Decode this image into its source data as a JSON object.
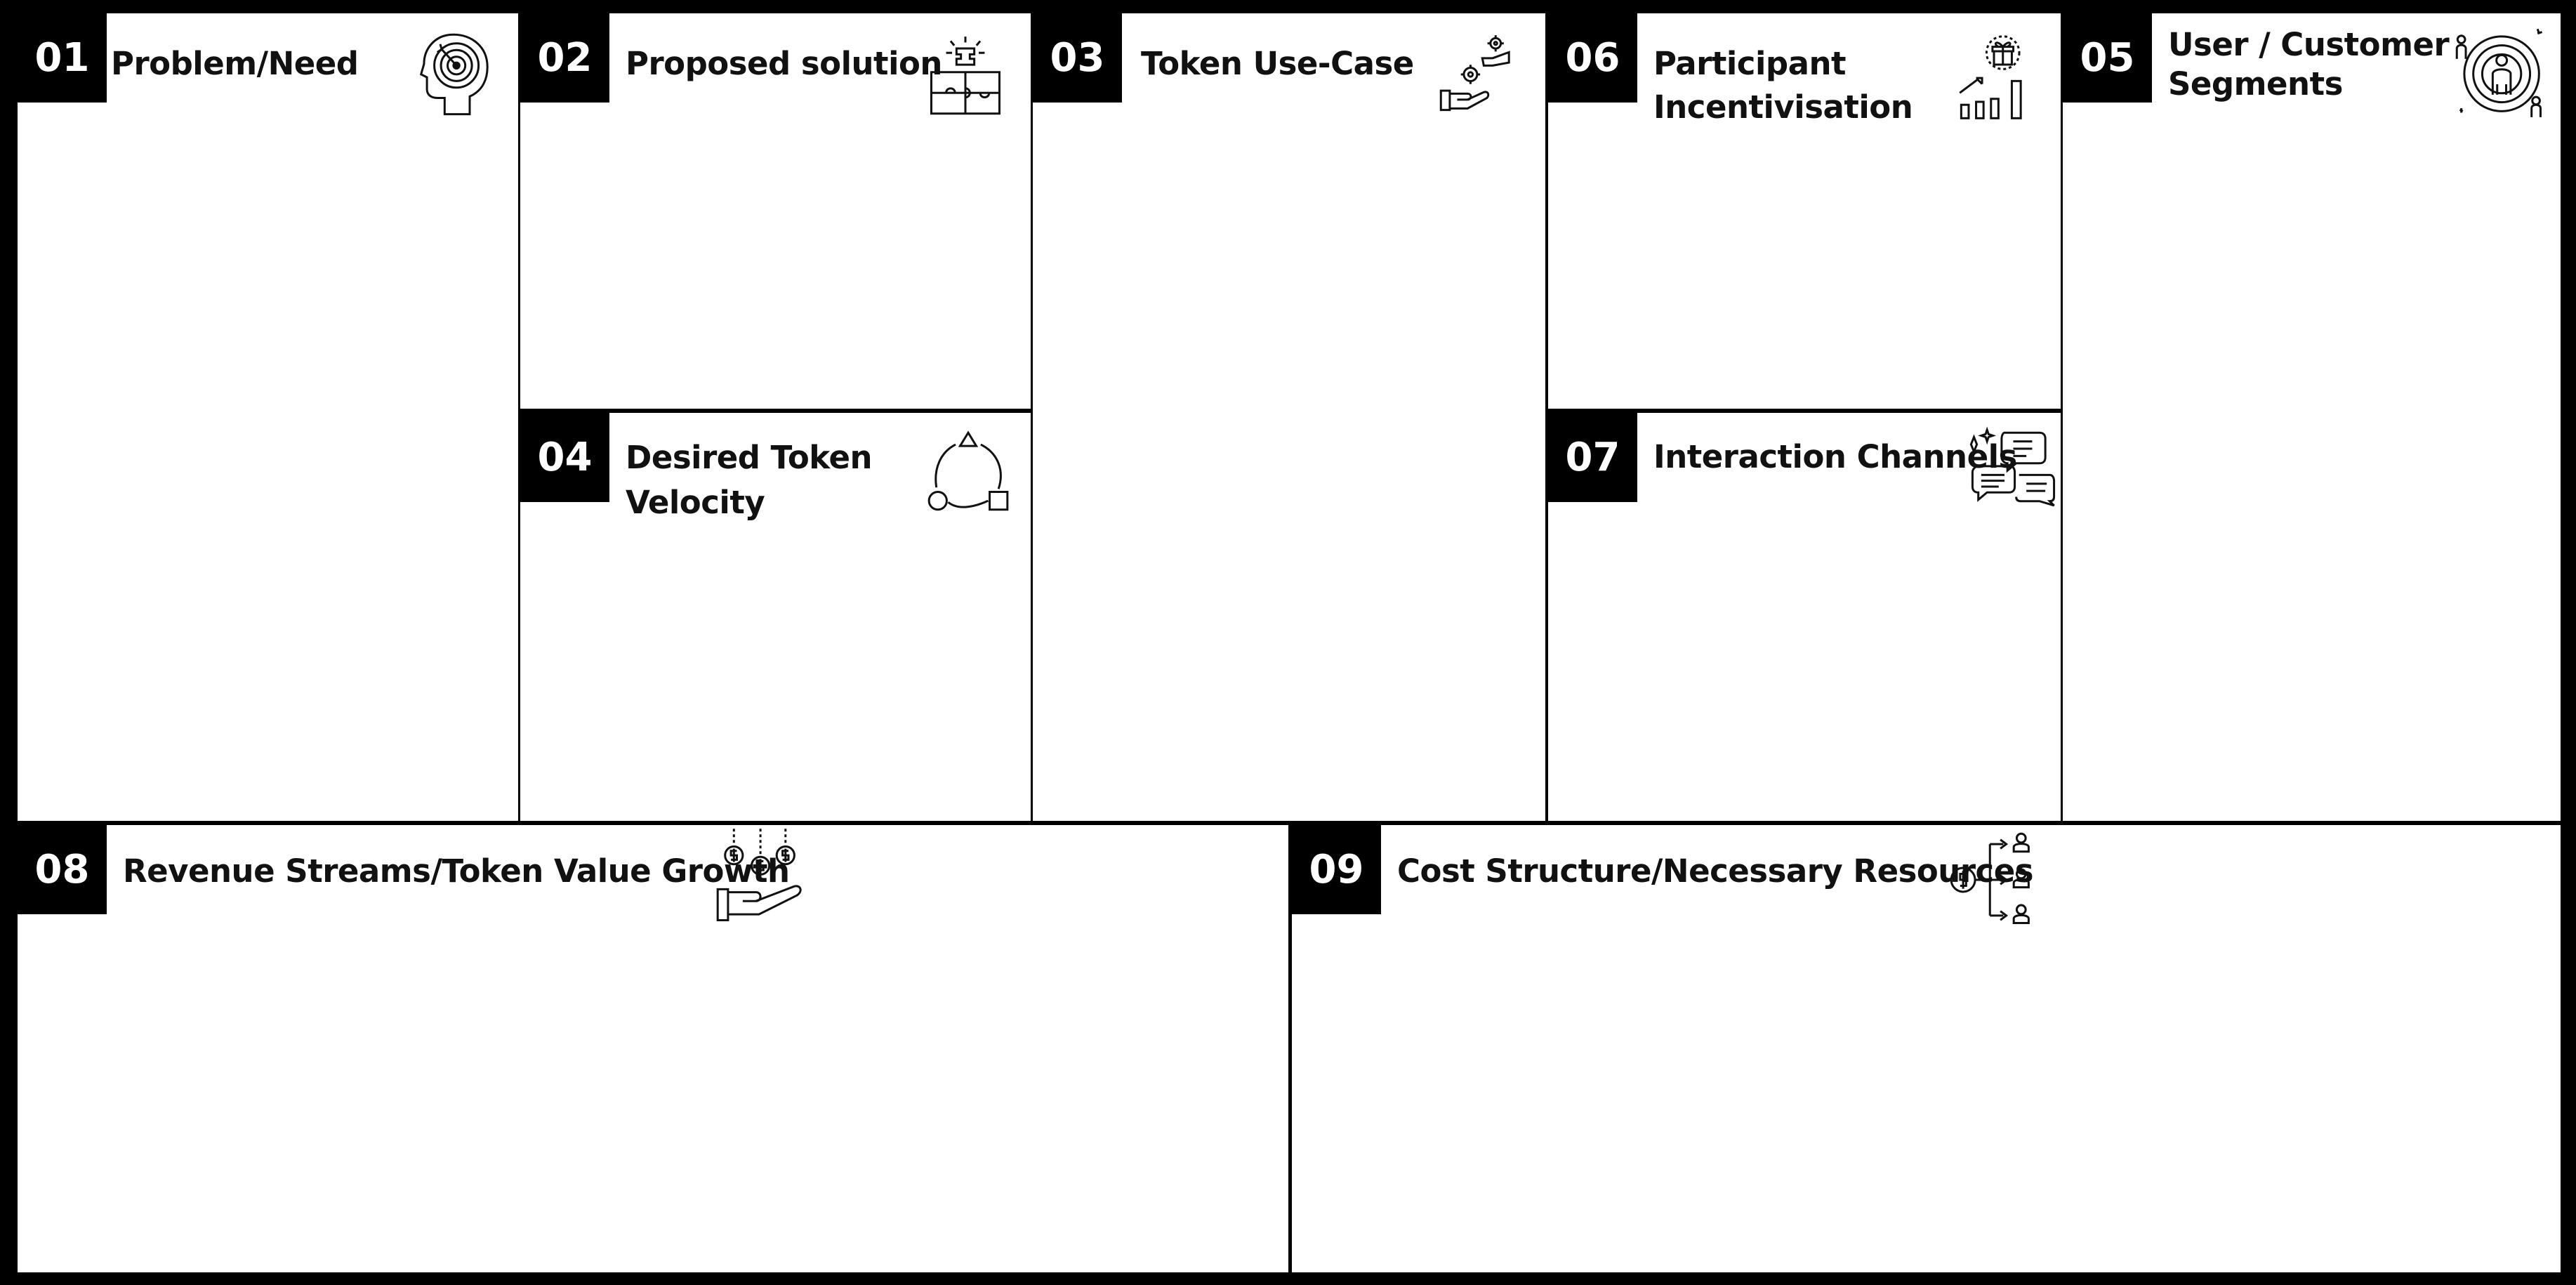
{
  "canvas": {
    "blocks": [
      {
        "id": "b01",
        "number": "01",
        "title_lines": [
          "Problem/Need"
        ],
        "icon": "head-target-icon"
      },
      {
        "id": "b02",
        "number": "02",
        "title_lines": [
          "Proposed solution"
        ],
        "icon": "puzzle-lightbulb-icon"
      },
      {
        "id": "b03",
        "number": "03",
        "title_lines": [
          "Token Use-Case"
        ],
        "icon": "hand-gears-icon"
      },
      {
        "id": "b06",
        "number": "06",
        "title_lines": [
          "Participant",
          "Incentivisation"
        ],
        "icon": "gift-growth-chart-icon"
      },
      {
        "id": "b05",
        "number": "05",
        "title_lines": [
          "User / Customer",
          "Segments"
        ],
        "icon": "user-target-icon"
      },
      {
        "id": "b04",
        "number": "04",
        "title_lines": [
          "Desired Token",
          "Velocity"
        ],
        "icon": "shapes-cycle-icon"
      },
      {
        "id": "b07",
        "number": "07",
        "title_lines": [
          "Interaction Channels"
        ],
        "icon": "chat-bubbles-icon"
      },
      {
        "id": "b08",
        "number": "08",
        "title_lines": [
          "Revenue Streams/Token Value Growth"
        ],
        "icon": "hand-coins-icon"
      },
      {
        "id": "b09",
        "number": "09",
        "title_lines": [
          "Cost Structure/Necessary Resources"
        ],
        "icon": "cost-distribution-icon"
      }
    ]
  }
}
